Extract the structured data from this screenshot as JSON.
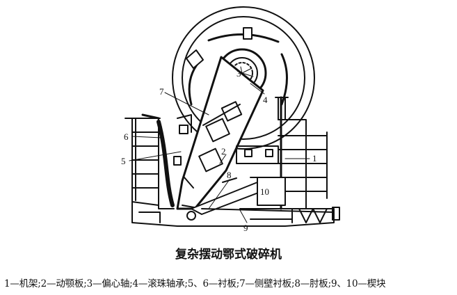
{
  "figure": {
    "title": "复杂摆动鄂式破碎机",
    "legend_text": "1—机架;2—动颚板;3—偏心轴;4—滚珠轴承;5、6—衬板;7—侧壁衬板;8—肘板;9、10—楔块"
  },
  "callouts": {
    "n1": "1",
    "n2": "2",
    "n3": "3",
    "n4": "4",
    "n5": "5",
    "n6": "6",
    "n7": "7",
    "n8": "8",
    "n9": "9",
    "n10": "10"
  }
}
